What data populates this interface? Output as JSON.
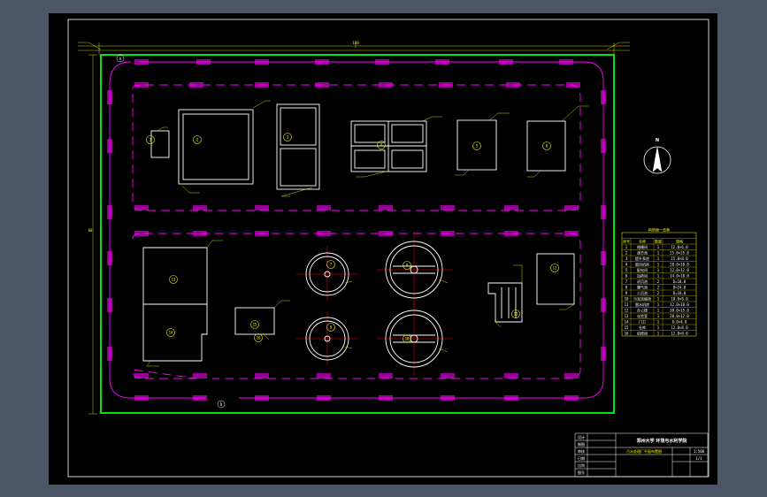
{
  "colors": {
    "background": "#4b5566",
    "paper": "#000000",
    "frame": "#ffffff",
    "site_boundary": "#00ff00",
    "road": "#ff00ff",
    "dimension": "#ffff00",
    "axis": "#ff0000",
    "building": "#ffffff"
  },
  "drawing": {
    "north_label": "N",
    "top_dim_value": "100",
    "left_dim_value": "60",
    "building_numbers": [
      "1",
      "2",
      "3",
      "4",
      "5",
      "6",
      "7",
      "8",
      "9",
      "10",
      "11",
      "12",
      "13",
      "14",
      "15",
      "16"
    ],
    "grid_labels": {
      "top_left": "A",
      "bottom": "D"
    }
  },
  "legend": {
    "title": "构筑物一览表",
    "header": [
      "序号",
      "名称",
      "数量",
      "规格"
    ],
    "rows": [
      [
        "1",
        "格栅间",
        "1",
        "12.0×6.0"
      ],
      [
        "2",
        "调节池",
        "1",
        "25.0×25.0"
      ],
      [
        "3",
        "提升泵房",
        "1",
        "15.0×8.0"
      ],
      [
        "4",
        "鼓风机房",
        "1",
        "20.0×10.0"
      ],
      [
        "5",
        "配电间",
        "1",
        "12.0×12.0"
      ],
      [
        "6",
        "加药间",
        "1",
        "14.0×10.0"
      ],
      [
        "7",
        "初沉池",
        "2",
        "D=18.0"
      ],
      [
        "8",
        "曝气池",
        "2",
        "D=24.0"
      ],
      [
        "9",
        "二沉池",
        "2",
        "D=18.0"
      ],
      [
        "10",
        "污泥浓缩池",
        "1",
        "10.0×8.0"
      ],
      [
        "11",
        "脱水机房",
        "1",
        "12.0×10.0"
      ],
      [
        "12",
        "办公楼",
        "1",
        "30.0×15.0"
      ],
      [
        "13",
        "化验室",
        "1",
        "20.0×12.0"
      ],
      [
        "14",
        "门卫",
        "1",
        "6.0×4.0"
      ],
      [
        "15",
        "仓库",
        "1",
        "12.0×8.0"
      ],
      [
        "16",
        "机修间",
        "1",
        "12.0×8.0"
      ]
    ]
  },
  "title_block": {
    "school": "郑州大学 环境与水利学院",
    "drawing_name": "污水处理厂平面布置图",
    "scale": "1:500",
    "sheet": "1/1",
    "labels": [
      "设计",
      "制图",
      "审核",
      "日期",
      "比例",
      "图号"
    ]
  }
}
